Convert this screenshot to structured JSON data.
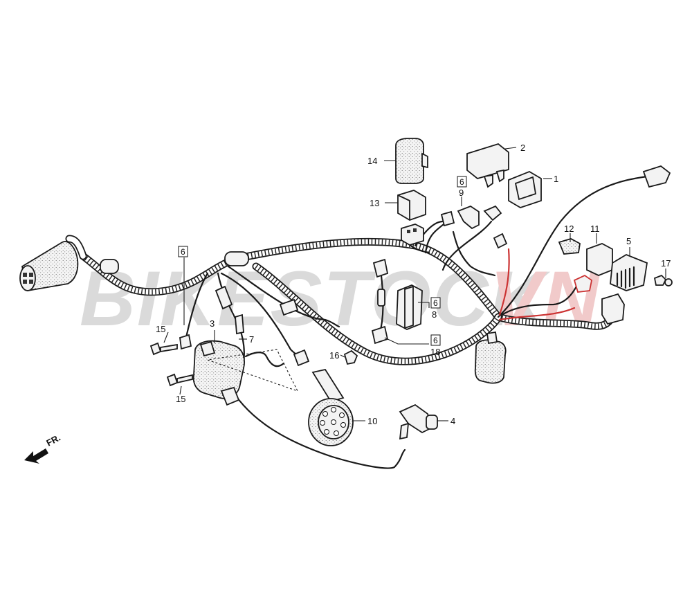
{
  "watermark": {
    "part1": "BIKESTOCK",
    "part2": "VN",
    "color1": "#d9d9d9",
    "color2": "#f2c9c9"
  },
  "direction": {
    "label": "FR."
  },
  "callouts": {
    "n1": "1",
    "n2": "2",
    "n3": "3",
    "n4": "4",
    "n5": "5",
    "n6a": "6",
    "n6b": "6",
    "n6c": "6",
    "n6d": "6",
    "n7": "7",
    "n8": "8",
    "n9": "9",
    "n10": "10",
    "n11": "11",
    "n12": "12",
    "n13": "13",
    "n14": "14",
    "n15a": "15",
    "n15b": "15",
    "n16": "16",
    "n17": "17",
    "n18": "18"
  }
}
